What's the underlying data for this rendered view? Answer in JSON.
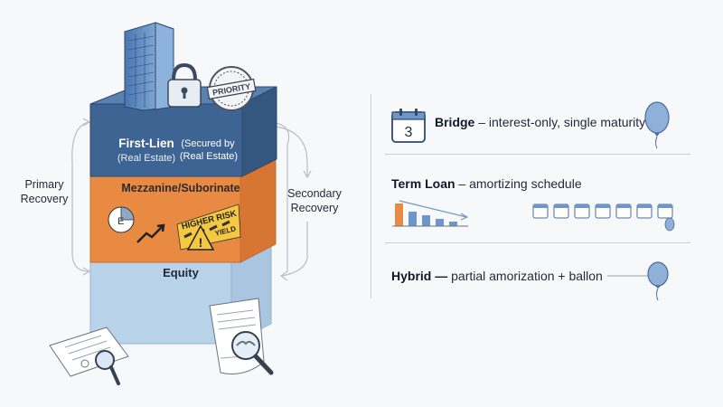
{
  "stack": {
    "first_lien": {
      "title": "First-Lien",
      "sub_left": "(Real Estate)",
      "sub_right_1": "(Secured by",
      "sub_right_2": "(Real Estate)",
      "stamp": "PRIORITY"
    },
    "mezzanine": {
      "title": "Mezzanine/Suborinate",
      "tape_1": "HIGHER RISK",
      "tape_2": "YIELD"
    },
    "equity": {
      "title": "Equity"
    }
  },
  "recovery": {
    "primary_1": "Primary",
    "primary_2": "Recovery",
    "secondary_1": "Secondary",
    "secondary_2": "Recovery"
  },
  "loans": {
    "bridge": {
      "name": "Bridge",
      "desc": "– interest-only, single maturity",
      "calendar_number": "3"
    },
    "term": {
      "name": "Term Loan",
      "desc": "– amortizing schedule"
    },
    "hybrid": {
      "name": "Hybrid —",
      "desc": "partial amorization + ballon"
    }
  },
  "colors": {
    "first_lien": "#3e6494",
    "mezzanine": "#e98a43",
    "equity": "#b9d3ea",
    "accent_blue": "#6f96c8"
  },
  "icons": [
    "building-icon",
    "padlock-icon",
    "priority-stamp-icon",
    "chart-icon",
    "warning-icon",
    "document-icon",
    "magnifier-icon",
    "handshake-icon",
    "calendar-icon",
    "balloon-icon"
  ]
}
